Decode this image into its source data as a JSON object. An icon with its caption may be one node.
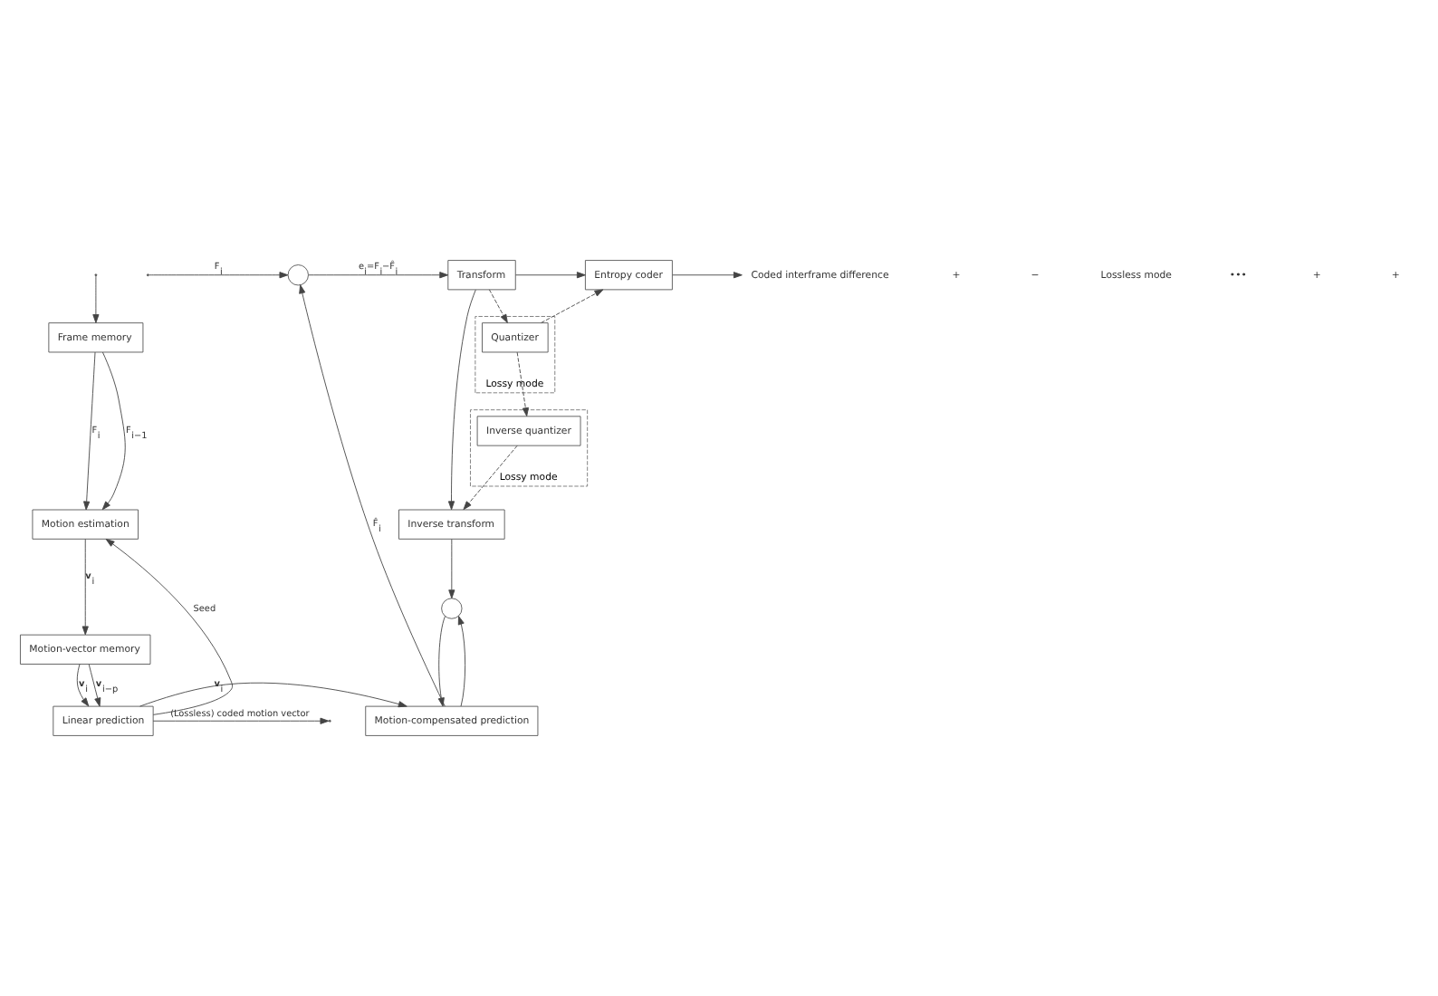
{
  "diagram": {
    "nodes": [
      {
        "text": [
          "Frame memory"
        ]
      },
      {
        "text": [
          "Motion estimation"
        ]
      },
      {
        "text": [
          "Motion-vector memory"
        ]
      },
      {
        "text": [
          "Linear prediction"
        ]
      },
      {
        "text": [
          "Motion-compensated prediction"
        ]
      },
      {
        "text": [],
        "shape": "circle"
      },
      {
        "text": [
          "Transform"
        ]
      },
      {
        "text": [
          "Lossy mode"
        ]
      },
      {
        "text": [
          "Quantizer"
        ],
        "in": 7
      },
      {
        "text": [
          "Entropy coder"
        ]
      },
      {
        "text": [
          "Coded interframe difference"
        ]
      },
      {
        "text": [
          "Lossy mode"
        ]
      },
      {
        "text": [
          "Inverse quantizer"
        ],
        "in": 11
      },
      {
        "text": [
          "Inverse transform"
        ]
      },
      {
        "text": [],
        "shape": "circle"
      }
    ],
    "edges": [
      {
        "from": 0,
        "to": 1,
        "arrow": "to",
        "label": "F$_{i}$"
      },
      {
        "from": null,
        "to": 0,
        "arrow": "to"
      },
      {
        "from": null,
        "to": 5,
        "arrow": "to",
        "label": "F$_{i}$"
      },
      {
        "from": 0,
        "to": 1,
        "arrow": "to",
        "label": "F$_{i−1}$"
      },
      {
        "from": 1,
        "to": 2,
        "arrow": "to",
        "label": "**v**$_{i}$"
      },
      {
        "from": 2,
        "to": 3,
        "arrow": "to",
        "label": "**v**$_{i}$"
      },
      {
        "from": 2,
        "to": 3,
        "arrow": "to",
        "label": "**v**$_{i−p}$"
      },
      {
        "from": 3,
        "to": 1,
        "arrow": "to",
        "label": "Seed"
      },
      {
        "from": 3,
        "to": 4,
        "arrow": "to",
        "label": "**v**$_{i}$"
      },
      {
        "from": 3,
        "to": null,
        "arrow": "to",
        "label": "(Lossless) coded motion vector"
      },
      {
        "from": 4,
        "to": 5,
        "arrow": "to",
        "label": "F̂$_{i}$"
      },
      {
        "from": 4,
        "to": 14,
        "arrow": "to"
      },
      {
        "from": 5,
        "to": 6,
        "arrow": "to",
        "label": "e$_{i}$=F$_{i}$−F̂$_{i}$"
      },
      {
        "from": 6,
        "to": 9,
        "arrow": "to"
      },
      {
        "from": 6,
        "to": 8,
        "arrow": "to",
        "style": "dashed"
      },
      {
        "from": 8,
        "to": 9,
        "arrow": "to",
        "style": "dashed"
      },
      {
        "from": 9,
        "to": 10,
        "arrow": "to"
      },
      {
        "from": 6,
        "to": 13,
        "arrow": "to"
      },
      {
        "from": 8,
        "to": 12,
        "arrow": "to",
        "style": "dashed"
      },
      {
        "from": 12,
        "to": 13,
        "arrow": "to",
        "style": "dashed"
      },
      {
        "from": 13,
        "to": 14,
        "arrow": "to"
      },
      {
        "from": 14,
        "to": 4,
        "arrow": "to"
      }
    ],
    "labels": [
      "+",
      "−",
      "Lossless mode",
      "•••",
      "+",
      "+"
    ]
  }
}
